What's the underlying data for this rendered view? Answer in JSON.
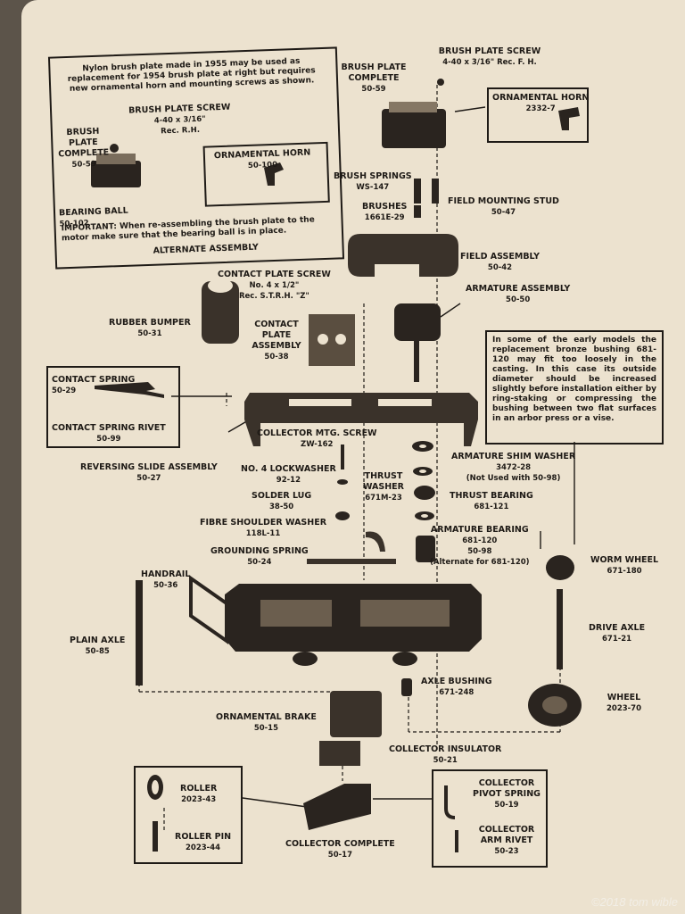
{
  "alternate_assembly": {
    "note": "Nylon brush plate made in 1955 may be used as replacement for 1954 brush plate at right but requires new ornamental horn and mounting screws as shown.",
    "brush_plate_screw": {
      "name": "BRUSH PLATE SCREW",
      "spec": "4-40 x 3/16\"",
      "spec2": "Rec. R.H."
    },
    "brush_plate_complete": {
      "name": "BRUSH PLATE COMPLETE",
      "number": "50-59"
    },
    "ornamental_horn": {
      "name": "ORNAMENTAL HORN",
      "number": "50-100"
    },
    "bearing_ball": {
      "name": "BEARING BALL",
      "number": "50-102"
    },
    "important": "IMPORTANT: When re-assembling the brush plate to the motor make sure that the bearing ball is in place.",
    "title": "ALTERNATE ASSEMBLY"
  },
  "parts": {
    "brush_plate_screw": {
      "name": "BRUSH PLATE SCREW",
      "spec": "4-40 x 3/16\" Rec. F. H."
    },
    "brush_plate_complete": {
      "name": "BRUSH PLATE COMPLETE",
      "number": "50-59"
    },
    "ornamental_horn": {
      "name": "ORNAMENTAL HORN",
      "number": "2332-7"
    },
    "brush_springs": {
      "name": "BRUSH SPRINGS",
      "number": "WS-147"
    },
    "brushes": {
      "name": "BRUSHES",
      "number": "1661E-29"
    },
    "field_mounting_stud": {
      "name": "FIELD MOUNTING STUD",
      "number": "50-47"
    },
    "field_assembly": {
      "name": "FIELD ASSEMBLY",
      "number": "50-42"
    },
    "armature_assembly": {
      "name": "ARMATURE ASSEMBLY",
      "number": "50-50"
    },
    "contact_plate_screw": {
      "name": "CONTACT PLATE SCREW",
      "spec": "No. 4 x 1/2\"",
      "spec2": "Rec. S.T.R.H. \"Z\""
    },
    "rubber_bumper": {
      "name": "RUBBER BUMPER",
      "number": "50-31"
    },
    "contact_plate_assembly": {
      "name": "CONTACT PLATE ASSEMBLY",
      "number": "50-38"
    },
    "contact_spring": {
      "name": "CONTACT SPRING",
      "number": "50-29"
    },
    "contact_spring_rivet": {
      "name": "CONTACT SPRING RIVET",
      "number": "50-99"
    },
    "reversing_slide_assembly": {
      "name": "REVERSING SLIDE ASSEMBLY",
      "number": "50-27"
    },
    "collector_mtg_screw": {
      "name": "COLLECTOR MTG. SCREW",
      "number": "ZW-162"
    },
    "no4_lockwasher": {
      "name": "NO. 4 LOCKWASHER",
      "number": "92-12"
    },
    "solder_lug": {
      "name": "SOLDER LUG",
      "number": "38-50"
    },
    "fibre_shoulder_washer": {
      "name": "FIBRE SHOULDER WASHER",
      "number": "118L-11"
    },
    "thrust_washer": {
      "name": "THRUST WASHER",
      "number": "671M-23"
    },
    "armature_shim_washer": {
      "name": "ARMATURE SHIM WASHER",
      "number": "3472-28",
      "note": "(Not Used with 50-98)"
    },
    "thrust_bearing": {
      "name": "THRUST BEARING",
      "number": "681-121"
    },
    "armature_bearing": {
      "name": "ARMATURE BEARING",
      "number": "681-120",
      "number2": "50-98",
      "note": "(Alternate for 681-120)"
    },
    "grounding_spring": {
      "name": "GROUNDING SPRING",
      "number": "50-24"
    },
    "handrail": {
      "name": "HANDRAIL",
      "number": "50-36"
    },
    "worm_wheel": {
      "name": "WORM WHEEL",
      "number": "671-180"
    },
    "plain_axle": {
      "name": "PLAIN AXLE",
      "number": "50-85"
    },
    "drive_axle": {
      "name": "DRIVE AXLE",
      "number": "671-21"
    },
    "axle_bushing": {
      "name": "AXLE BUSHING",
      "number": "671-248"
    },
    "wheel": {
      "name": "WHEEL",
      "number": "2023-70"
    },
    "ornamental_brake": {
      "name": "ORNAMENTAL BRAKE",
      "number": "50-15"
    },
    "collector_insulator": {
      "name": "COLLECTOR INSULATOR",
      "number": "50-21"
    },
    "roller": {
      "name": "ROLLER",
      "number": "2023-43"
    },
    "roller_pin": {
      "name": "ROLLER PIN",
      "number": "2023-44"
    },
    "collector_complete": {
      "name": "COLLECTOR COMPLETE",
      "number": "50-17"
    },
    "collector_pivot_spring": {
      "name": "COLLECTOR PIVOT SPRING",
      "number": "50-19"
    },
    "collector_arm_rivet": {
      "name": "COLLECTOR ARM RIVET",
      "number": "50-23"
    }
  },
  "bushing_note": "In some of the early models the replacement bronze bushing 681-120 may fit too loosely in the casting. In this case its outside diameter should be increased slightly before installation either by ring-staking or compressing the bushing between two flat surfaces in an arbor press or a vise.",
  "credit": "©2018 tom wible"
}
